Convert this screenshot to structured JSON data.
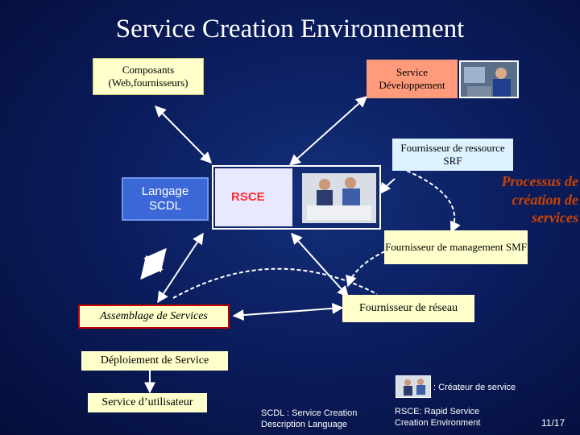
{
  "title": "Service Creation Environnement",
  "nodes": {
    "composants": "Composants (Web,fournisseurs)",
    "service_dev": "Service Développement",
    "srf": "Fournisseur de ressource SRF",
    "langage": "Langage SCDL",
    "rsce": "RSCE",
    "processus": "Processus de création de services",
    "smf": "Fournisseur de management SMF",
    "reseau": "Fournisseur de réseau",
    "assemblage": "Assemblage de Services",
    "deploiement": "Déploiement de Service",
    "utilisateur": "Service d’utilisateur"
  },
  "legend": {
    "createur": ": Créateur de service",
    "scdl": "SCDL : Service Creation Description Language",
    "rsce": "RSCE: Rapid Service Creation Environment"
  },
  "page_number": "11/17",
  "colors": {
    "background": "#0b1d5e",
    "pale_yellow": "#ffffcc",
    "salmon": "#ff9a7a",
    "light_cyan": "#ddf3ff",
    "lavender": "#e8e8ff",
    "blue_box": "#3b68d6",
    "processus_text": "#cc4400"
  }
}
